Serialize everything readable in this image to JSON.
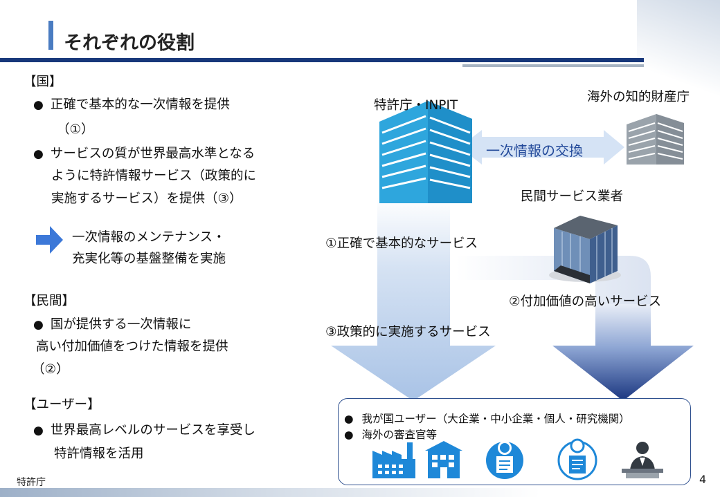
{
  "title": "それぞれの役割",
  "left": {
    "kuni": {
      "header": "【国】",
      "bullet1": "正確で基本的な一次情報を提供",
      "bullet1_note": "（①）",
      "bullet2_line1": "サービスの質が世界最高水準となる",
      "bullet2_line2": "ように特許情報サービス（政策的に",
      "bullet2_line3": "実施するサービス）を提供（③）",
      "arrow_line1": "一次情報のメンテナンス・",
      "arrow_line2": "充実化等の基盤整備を実施"
    },
    "minkan": {
      "header": "【民間】",
      "bullet_line1": "国が提供する一次情報に",
      "bullet_line2": "高い付加価値をつけた情報を提供",
      "bullet_line3": "（②）"
    },
    "user": {
      "header": "【ユーザー】",
      "bullet_line1": "世界最高レベルのサービスを享受し",
      "bullet_line2": "特許情報を活用"
    }
  },
  "diagram": {
    "jpo_label": "特許庁・INPIT",
    "foreign_label": "海外の知的財産庁",
    "exchange_label": "一次情報の交換",
    "private_label": "民間サービス業者",
    "service1": "①正確で基本的なサービス",
    "service2": "②付加価値の高いサービス",
    "service3": "③政策的に実施するサービス",
    "users_line1": "我が国ユーザー（大企業・中小企業・個人・研究機関）",
    "users_line2": "海外の審査官等"
  },
  "icons": [
    "factory-icon",
    "office-building-icon",
    "researcher-male-icon",
    "researcher-female-icon",
    "examiner-icon"
  ],
  "colors": {
    "navy": "#17377a",
    "accent": "#4a7cc1",
    "jpo_blue": "#2ea6dd",
    "grey_building": "#9aa3ab",
    "arrow_light": "#c3d6ee",
    "arrow_dark": "#1d3f8c",
    "icon_blue": "#1e88d8"
  },
  "footer": {
    "org": "特許庁",
    "page": "4"
  }
}
